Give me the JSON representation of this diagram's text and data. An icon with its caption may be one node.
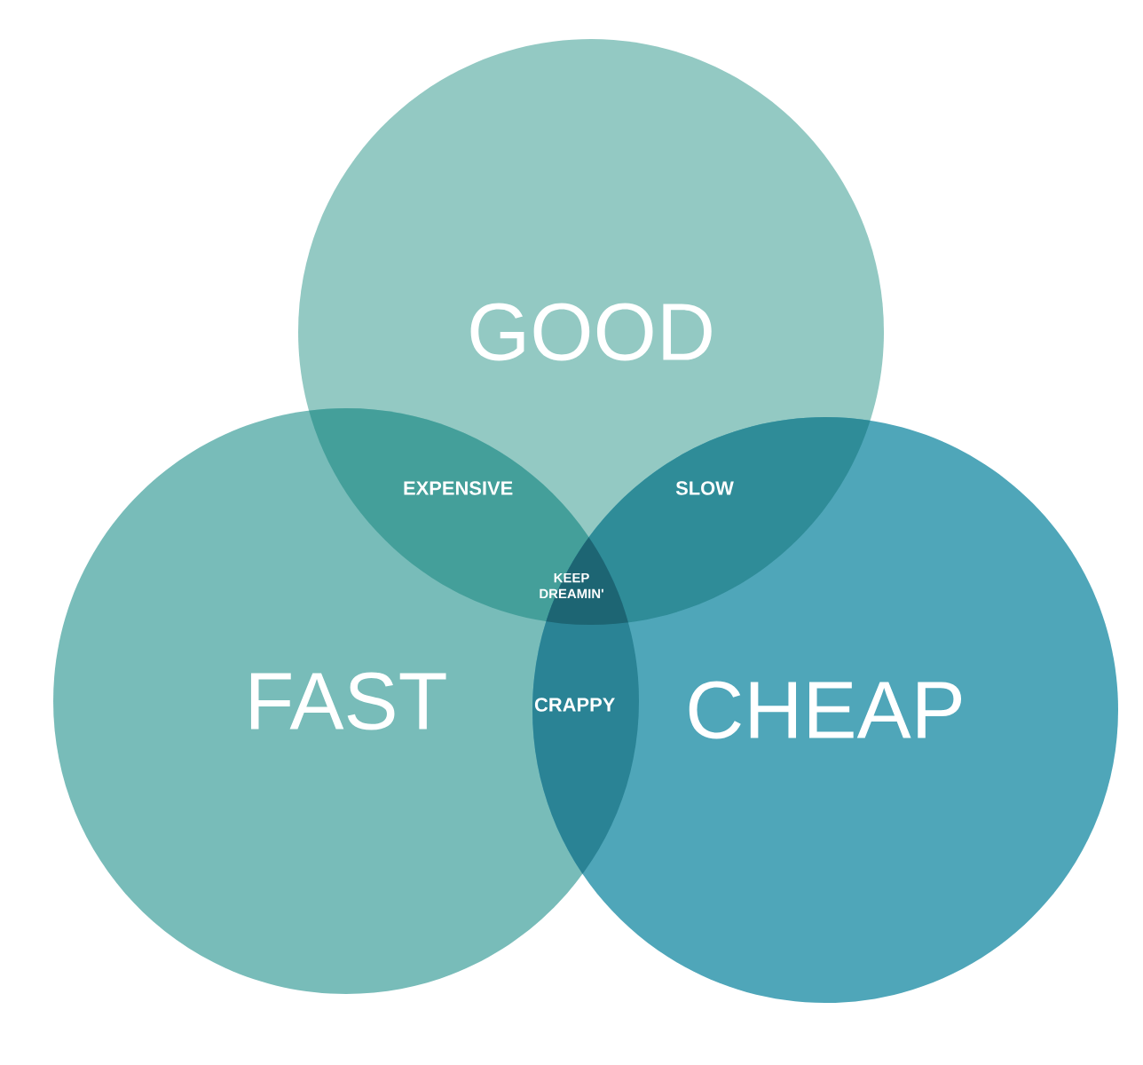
{
  "diagram": {
    "nodes": [
      {
        "text": [
          "GOOD"
        ]
      },
      {
        "text": [
          "FAST"
        ]
      },
      {
        "text": [
          "CHEAP"
        ]
      }
    ],
    "edges": [],
    "labels": [
      "EXPENSIVE",
      "SLOW",
      "KEEP DREAMIN'",
      "CRAPPY"
    ]
  }
}
